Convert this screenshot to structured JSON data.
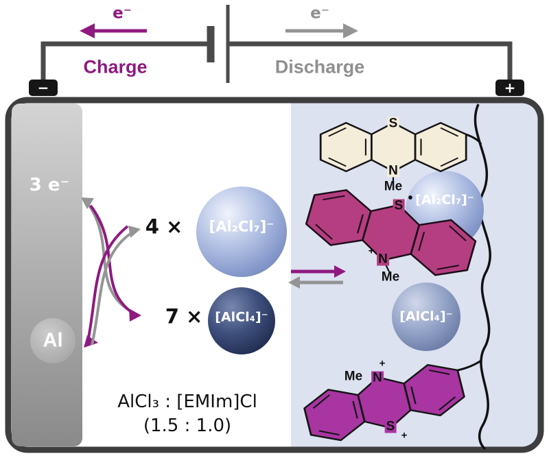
{
  "colors": {
    "charge_purple": "#8e1a80",
    "discharge_gray": "#8f8f8f",
    "wire_dark": "#4a4a4a",
    "cathode_background": "#dde2f1",
    "al2cl7_sphere": "#8b9dce",
    "alcl4_sphere_dark": "#1c2747",
    "alcl4_sphere_cathode": "#7d8cb5",
    "neutral_molecule": "#f3edda",
    "radical_cation_molecule": "#b43e80",
    "dication_molecule": "#a935a2"
  },
  "circuit": {
    "charge_electron": "e⁻",
    "charge_label": "Charge",
    "discharge_electron": "e⁻",
    "discharge_label": "Discharge",
    "negative_terminal": "−",
    "positive_terminal": "+"
  },
  "cell": {
    "anode": {
      "electron_label": "3 e⁻",
      "metal_label": "Al"
    },
    "electrolyte": {
      "ion1_count": "4 ×",
      "ion1_formula": "[Al₂Cl₇]⁻",
      "ion2_count": "7 ×",
      "ion2_formula": "[AlCl₄]⁻",
      "composition": "AlCl₃ : [EMIm]Cl",
      "ratio": "(1.5 : 1.0)"
    },
    "cathode": {
      "counterion1": "[Al₂Cl₇]⁻",
      "counterion2": "[AlCl₄]⁻",
      "neutral_molecule": {
        "s": "S",
        "n": "N",
        "me": "Me"
      },
      "radical_cation": {
        "s": "S",
        "radical_dot": "•",
        "charge": "+",
        "n": "N",
        "me": "Me"
      },
      "dication": {
        "me": "Me",
        "n": "N",
        "n_charge": "+",
        "s": "S",
        "s_charge": "+"
      }
    }
  }
}
